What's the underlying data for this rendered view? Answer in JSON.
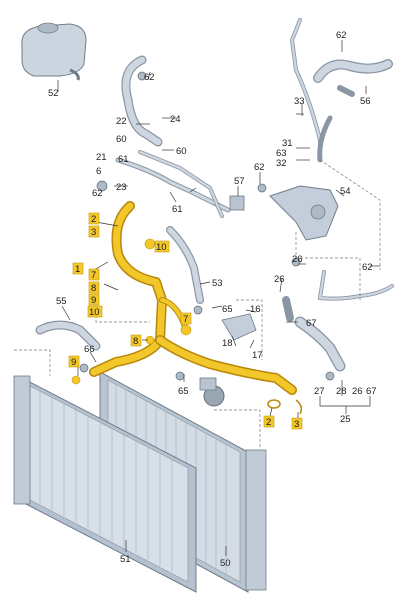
{
  "colors": {
    "part_fill": "#cfd8e3",
    "part_stroke": "#7b8794",
    "hose_fill": "#c9d3df",
    "highlight_fill": "#f2c72a",
    "highlight_stroke": "#b8860b",
    "label": "#222222"
  },
  "labels": {
    "p1": "1",
    "p2a": "2",
    "p3a": "3",
    "p7a": "7",
    "p8a": "8",
    "p9a": "9",
    "p10a": "10",
    "p10b": "10",
    "p8b": "8",
    "p7b": "7",
    "p9b": "9",
    "p2b": "2",
    "p3b": "3",
    "p16": "16",
    "p17": "17",
    "p18": "18",
    "p21": "21",
    "p22": "22",
    "p23": "23",
    "p24": "24",
    "p25": "25",
    "p26a": "26",
    "p26b": "26",
    "p27": "27",
    "p28": "28",
    "p31": "31",
    "p32": "32",
    "p33": "33",
    "p50": "50",
    "p51": "51",
    "p52": "52",
    "p53": "53",
    "p54": "54",
    "p55": "55",
    "p56": "56",
    "p57": "57",
    "p60a": "60",
    "p60b": "60",
    "p61a": "61",
    "p61b": "61",
    "p62a": "62",
    "p62b": "62",
    "p62c": "62",
    "p62d": "62",
    "p63": "63",
    "p65a": "65",
    "p65b": "65",
    "p66": "66",
    "p67a": "67",
    "p67b": "67",
    "p6": "6"
  }
}
